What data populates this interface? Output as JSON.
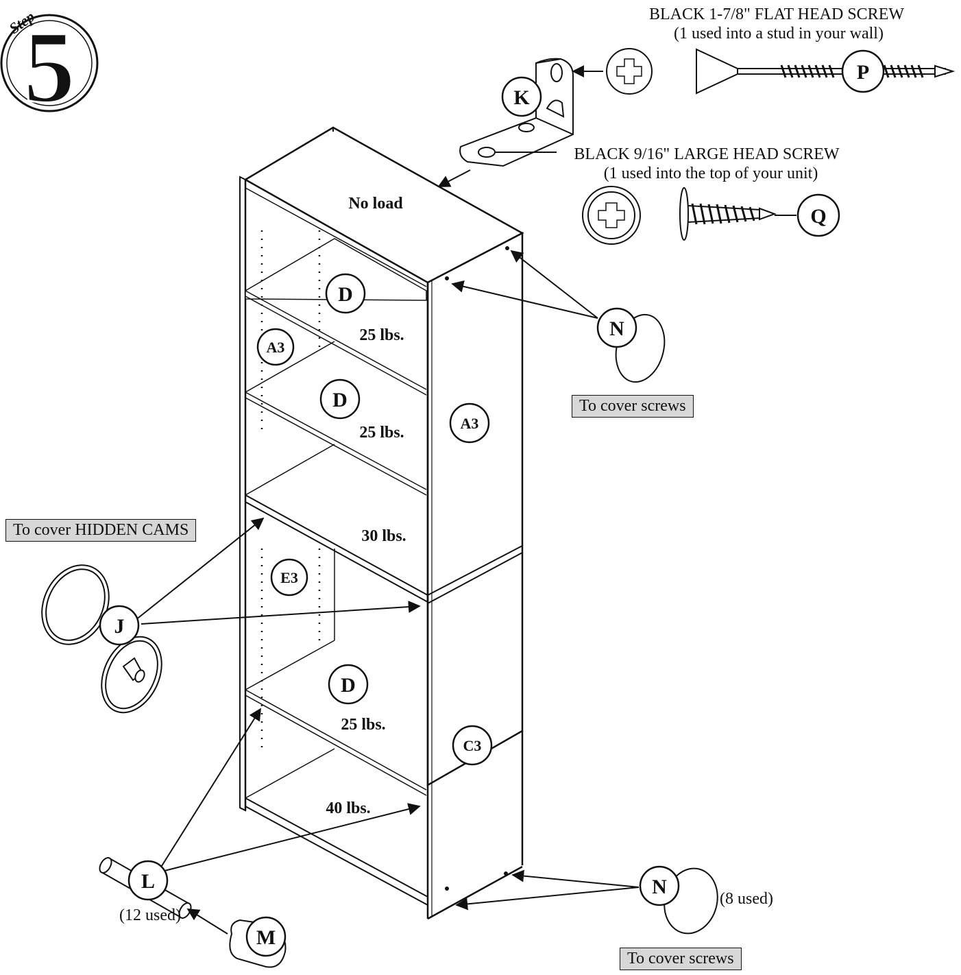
{
  "step": {
    "word": "Step",
    "number": "5"
  },
  "screws": {
    "p_title": "BLACK 1-7/8\" FLAT HEAD SCREW",
    "p_sub": "(1 used into a stud in your wall)",
    "q_title": "BLACK 9/16\" LARGE HEAD SCREW",
    "q_sub": "(1 used into the top of your unit)"
  },
  "parts": {
    "K": "K",
    "P": "P",
    "Q": "Q",
    "N": "N",
    "J": "J",
    "L": "L",
    "M": "M",
    "D": "D",
    "A3": "A3",
    "E3": "E3",
    "C3": "C3"
  },
  "loads": {
    "top": "No load",
    "shelf1": "25 lbs.",
    "shelf2": "25 lbs.",
    "middle": "30 lbs.",
    "shelf3": "25 lbs.",
    "bottom": "40 lbs."
  },
  "notes": {
    "cover_screws_top": "To cover screws",
    "cover_cams": "To cover HIDDEN CAMS",
    "cover_screws_bottom": "To cover screws",
    "used_8": "(8 used)",
    "used_12": "(12 used)"
  }
}
